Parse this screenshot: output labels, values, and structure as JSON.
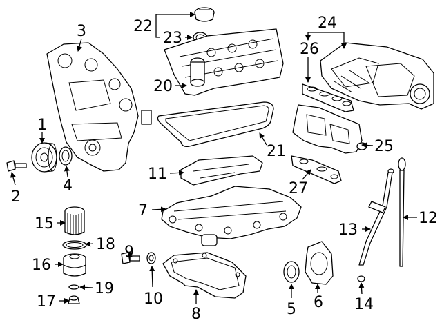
{
  "callouts": {
    "p1": "1",
    "p2": "2",
    "p3": "3",
    "p4": "4",
    "p5": "5",
    "p6": "6",
    "p7": "7",
    "p8": "8",
    "p9": "9",
    "p10": "10",
    "p11": "11",
    "p12": "12",
    "p13": "13",
    "p14": "14",
    "p15": "15",
    "p16": "16",
    "p17": "17",
    "p18": "18",
    "p19": "19",
    "p20": "20",
    "p21": "21",
    "p22": "22",
    "p23": "23",
    "p24": "24",
    "p25": "25",
    "p26": "26",
    "p27": "27"
  }
}
